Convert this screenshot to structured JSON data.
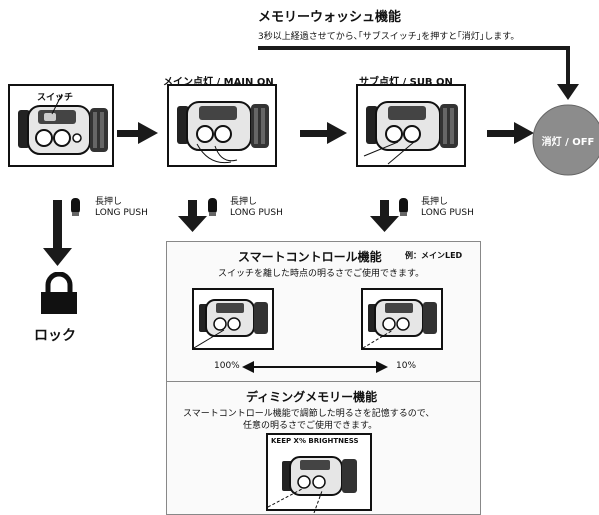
{
  "memory_wash": {
    "title": "メモリーウォッシュ機能",
    "desc": "3秒以上経過させてから､｢サブスイッチ｣を押すと｢消灯｣します。"
  },
  "states": {
    "switch_label": "スイッチ",
    "main_on": "メイン点灯 / MAIN ON",
    "sub_on": "サブ点灯 / SUB ON",
    "off": "消灯 / OFF"
  },
  "long_push": {
    "jp": "長押し",
    "en": "LONG PUSH"
  },
  "lock": {
    "label": "ロック"
  },
  "smart_control": {
    "title": "スマートコントロール機能",
    "example": "例：メインLED",
    "desc": "スイッチを離した時点の明るさでご使用できます。",
    "level_high": "100%",
    "level_low": "10%"
  },
  "dimming_memory": {
    "title": "ディミングメモリー機能",
    "desc_line1": "スマートコントロール機能で調節した明るさを記憶するので、",
    "desc_line2": "任意の明るさでご使用できます。",
    "keep_label": "KEEP X% BRIGHTNESS"
  },
  "colors": {
    "arrow": "#1a1a1a",
    "off_circle": "#8c8c8c",
    "panel_border": "#888888"
  }
}
